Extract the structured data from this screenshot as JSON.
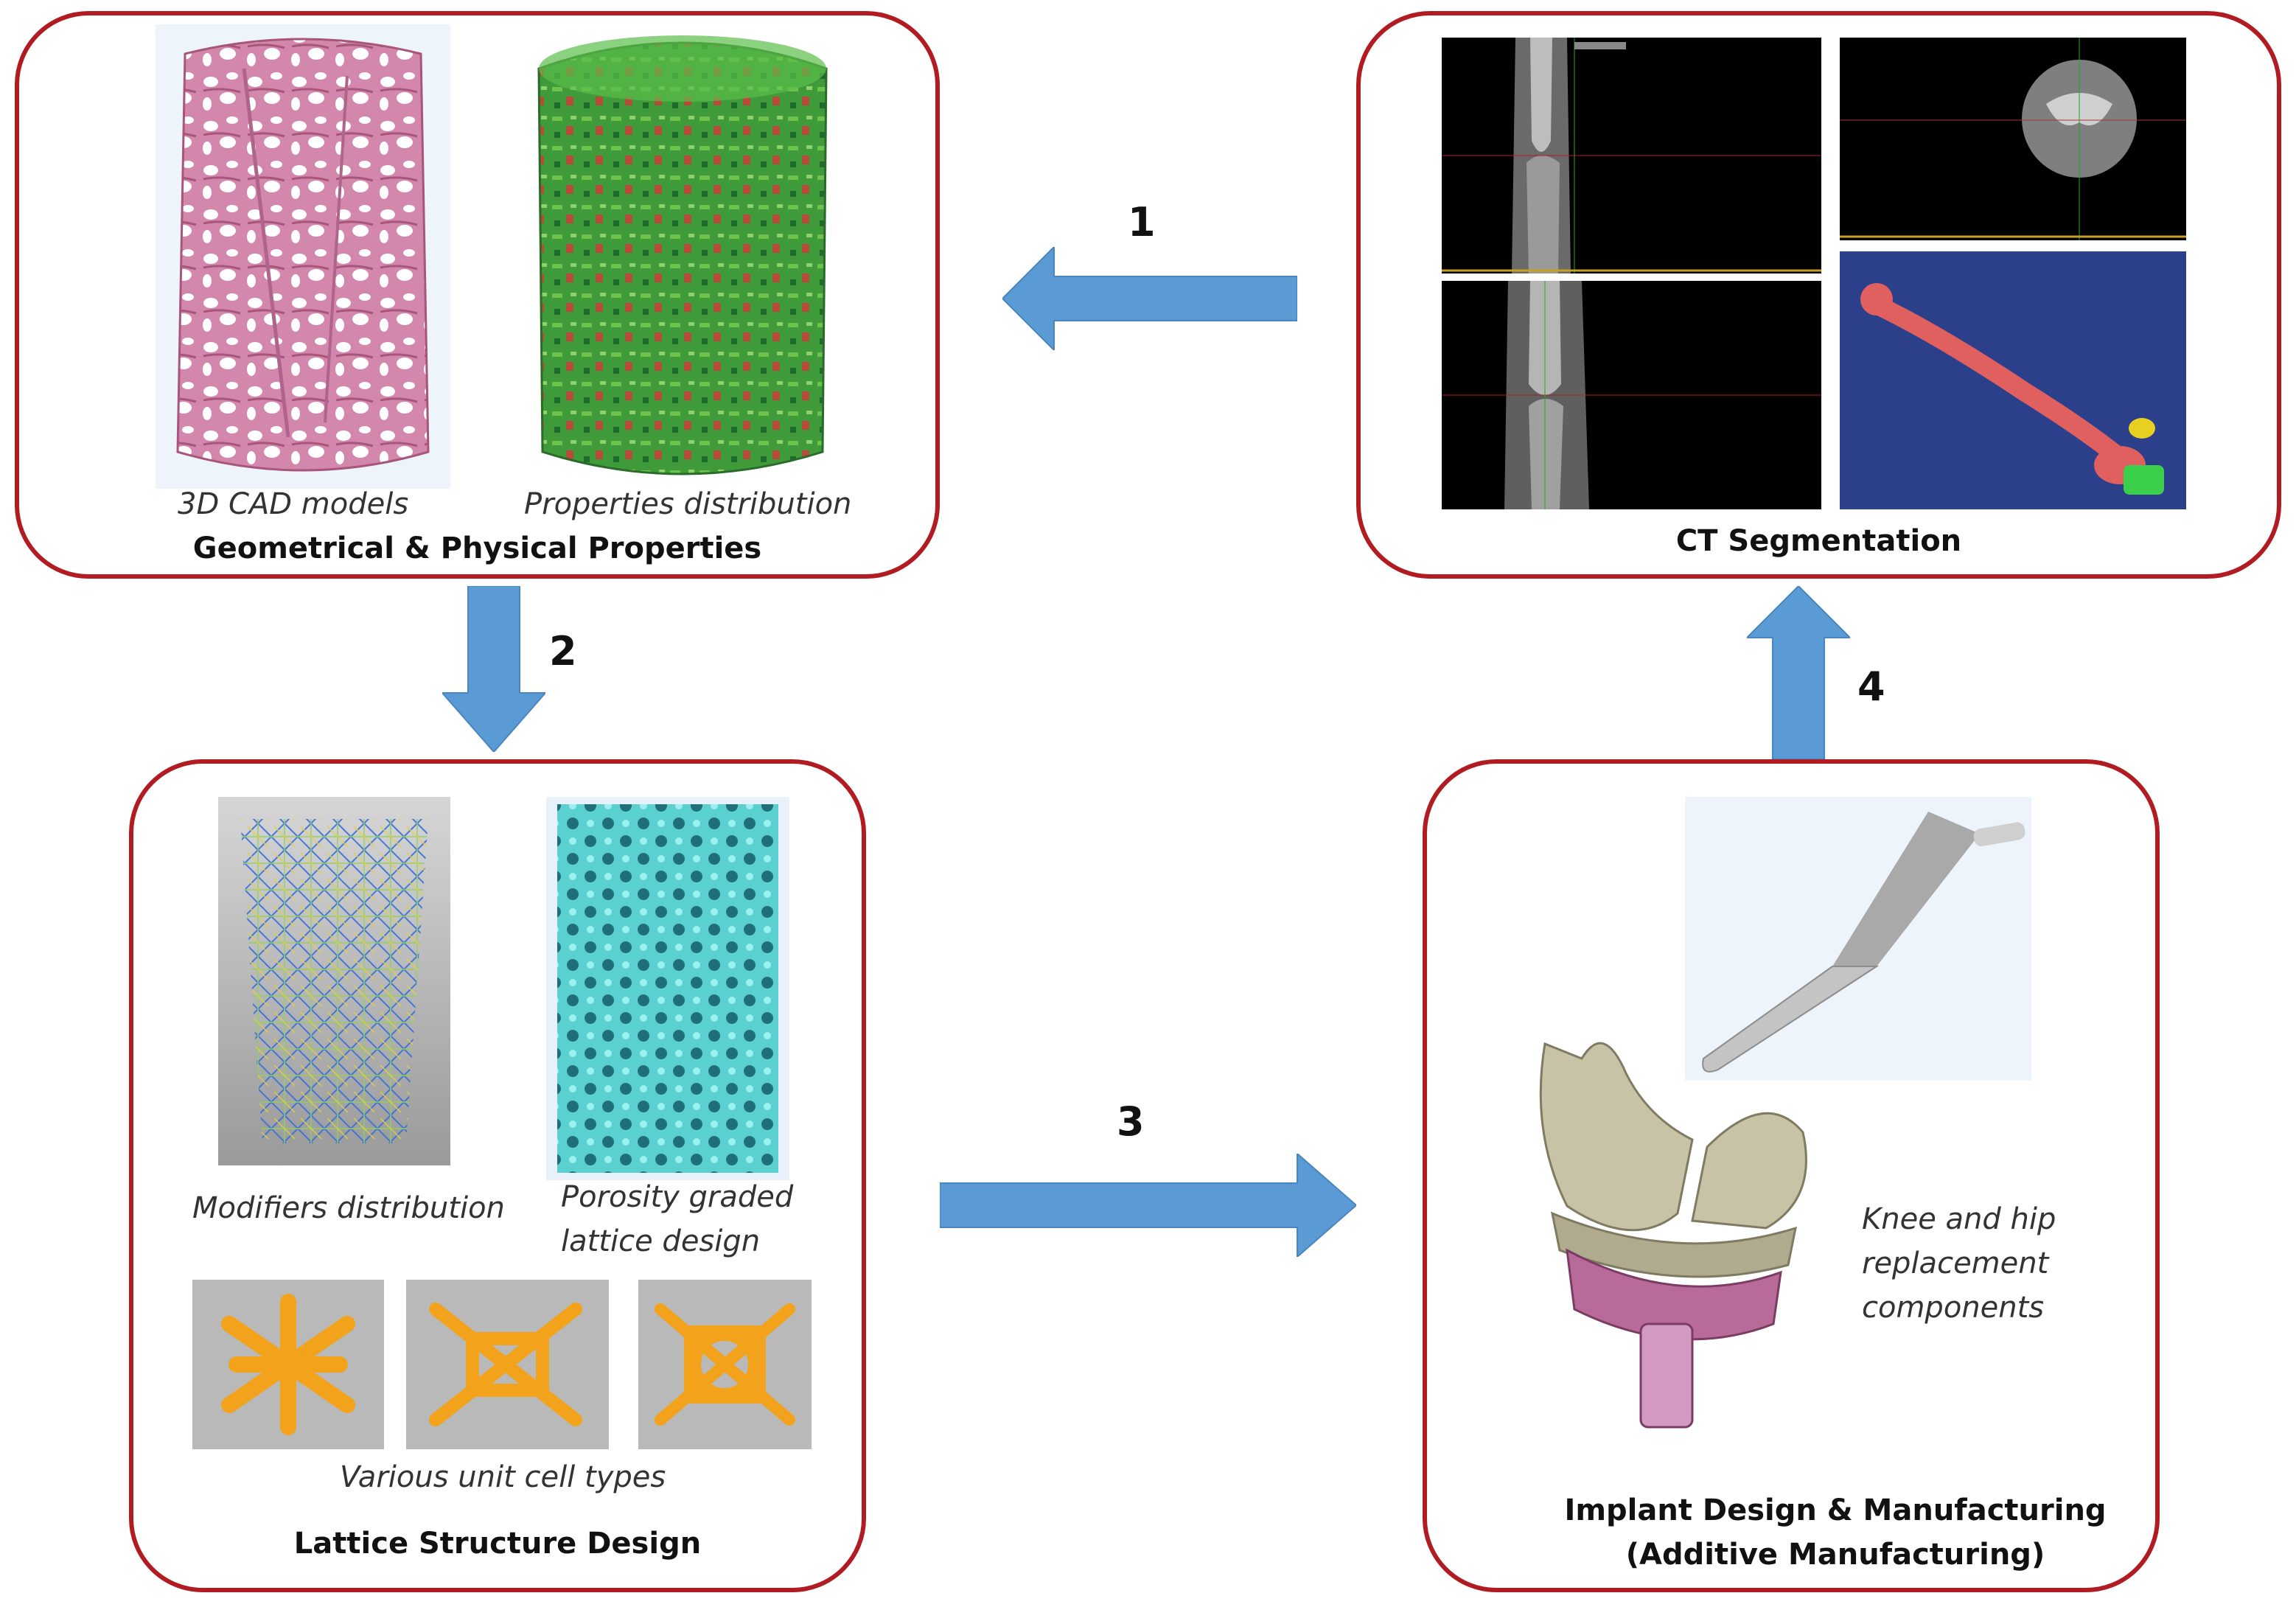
{
  "panels": {
    "geometrical": {
      "title": "Geometrical & Physical Properties",
      "captions": [
        "3D CAD models",
        "Properties distribution"
      ]
    },
    "ct": {
      "title": "CT Segmentation"
    },
    "lattice": {
      "title": "Lattice Structure Design",
      "captions": [
        "Modifiers distribution",
        "Porosity graded",
        "lattice design",
        "Various unit cell types"
      ]
    },
    "implant": {
      "title_line1": "Implant Design & Manufacturing",
      "title_line2": "(Additive Manufacturing)",
      "caption_lines": [
        "Knee and hip",
        "replacement",
        "components"
      ]
    }
  },
  "steps": [
    "1",
    "2",
    "3",
    "4"
  ],
  "colors": {
    "panel_border": "#b11b22",
    "arrow": "#5b9bd5",
    "cad_model": "#d487ad",
    "properties_model": "#3f9a3a",
    "lattice_cyan": "#5ad0d0",
    "unit_cell_orange": "#f2a31b",
    "implant_metal": "#c8c3a6",
    "implant_pink": "#b86a98",
    "bone_red": "#e06060"
  }
}
